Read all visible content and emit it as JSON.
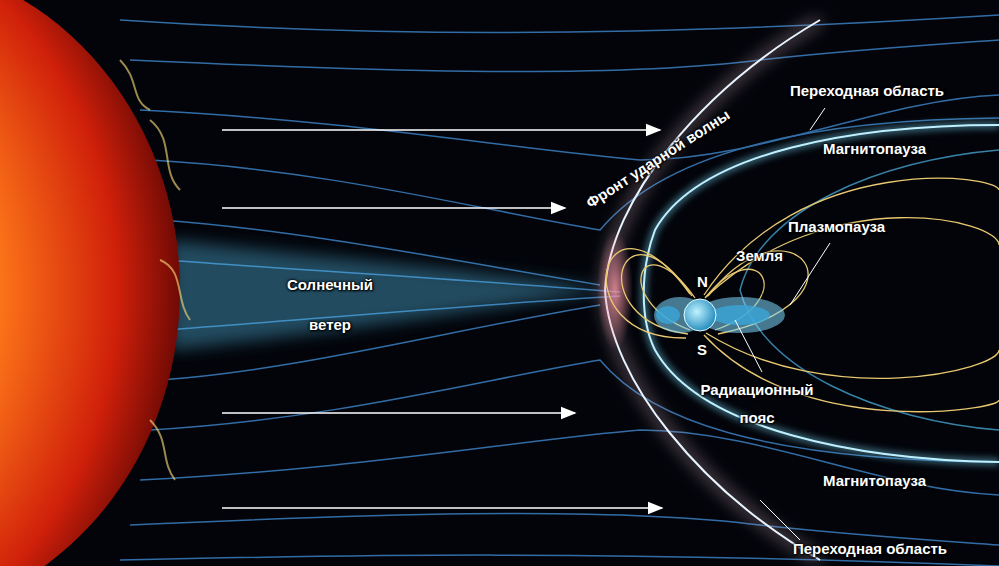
{
  "diagram": {
    "labels": [
      "Переходная область",
      "Магнитопауза",
      "Фронт ударной волны",
      "Плазмопауза",
      "Земля",
      "Солнечный ветер",
      "N",
      "S",
      "Радиационный пояс",
      "Магнитопауза",
      "Переходная область"
    ]
  }
}
